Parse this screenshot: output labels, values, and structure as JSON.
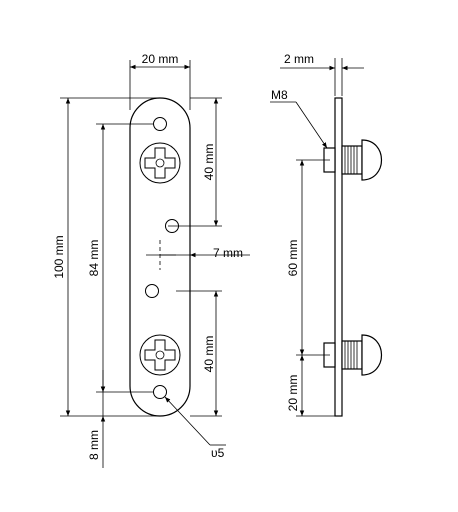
{
  "front_view": {
    "width_label": "20 mm",
    "length_label": "100 mm",
    "hole_spacing_label": "84 mm",
    "upper_screw_offset_label": "40 mm",
    "center_offset_label": "7 mm",
    "lower_screw_offset_label": "40 mm",
    "end_offset_label": "8 mm",
    "hole_diameter_label": "υ5"
  },
  "side_view": {
    "thickness_label": "2 mm",
    "thread_label": "M8",
    "screw_spacing_label": "60 mm",
    "end_offset_label": "20 mm"
  }
}
